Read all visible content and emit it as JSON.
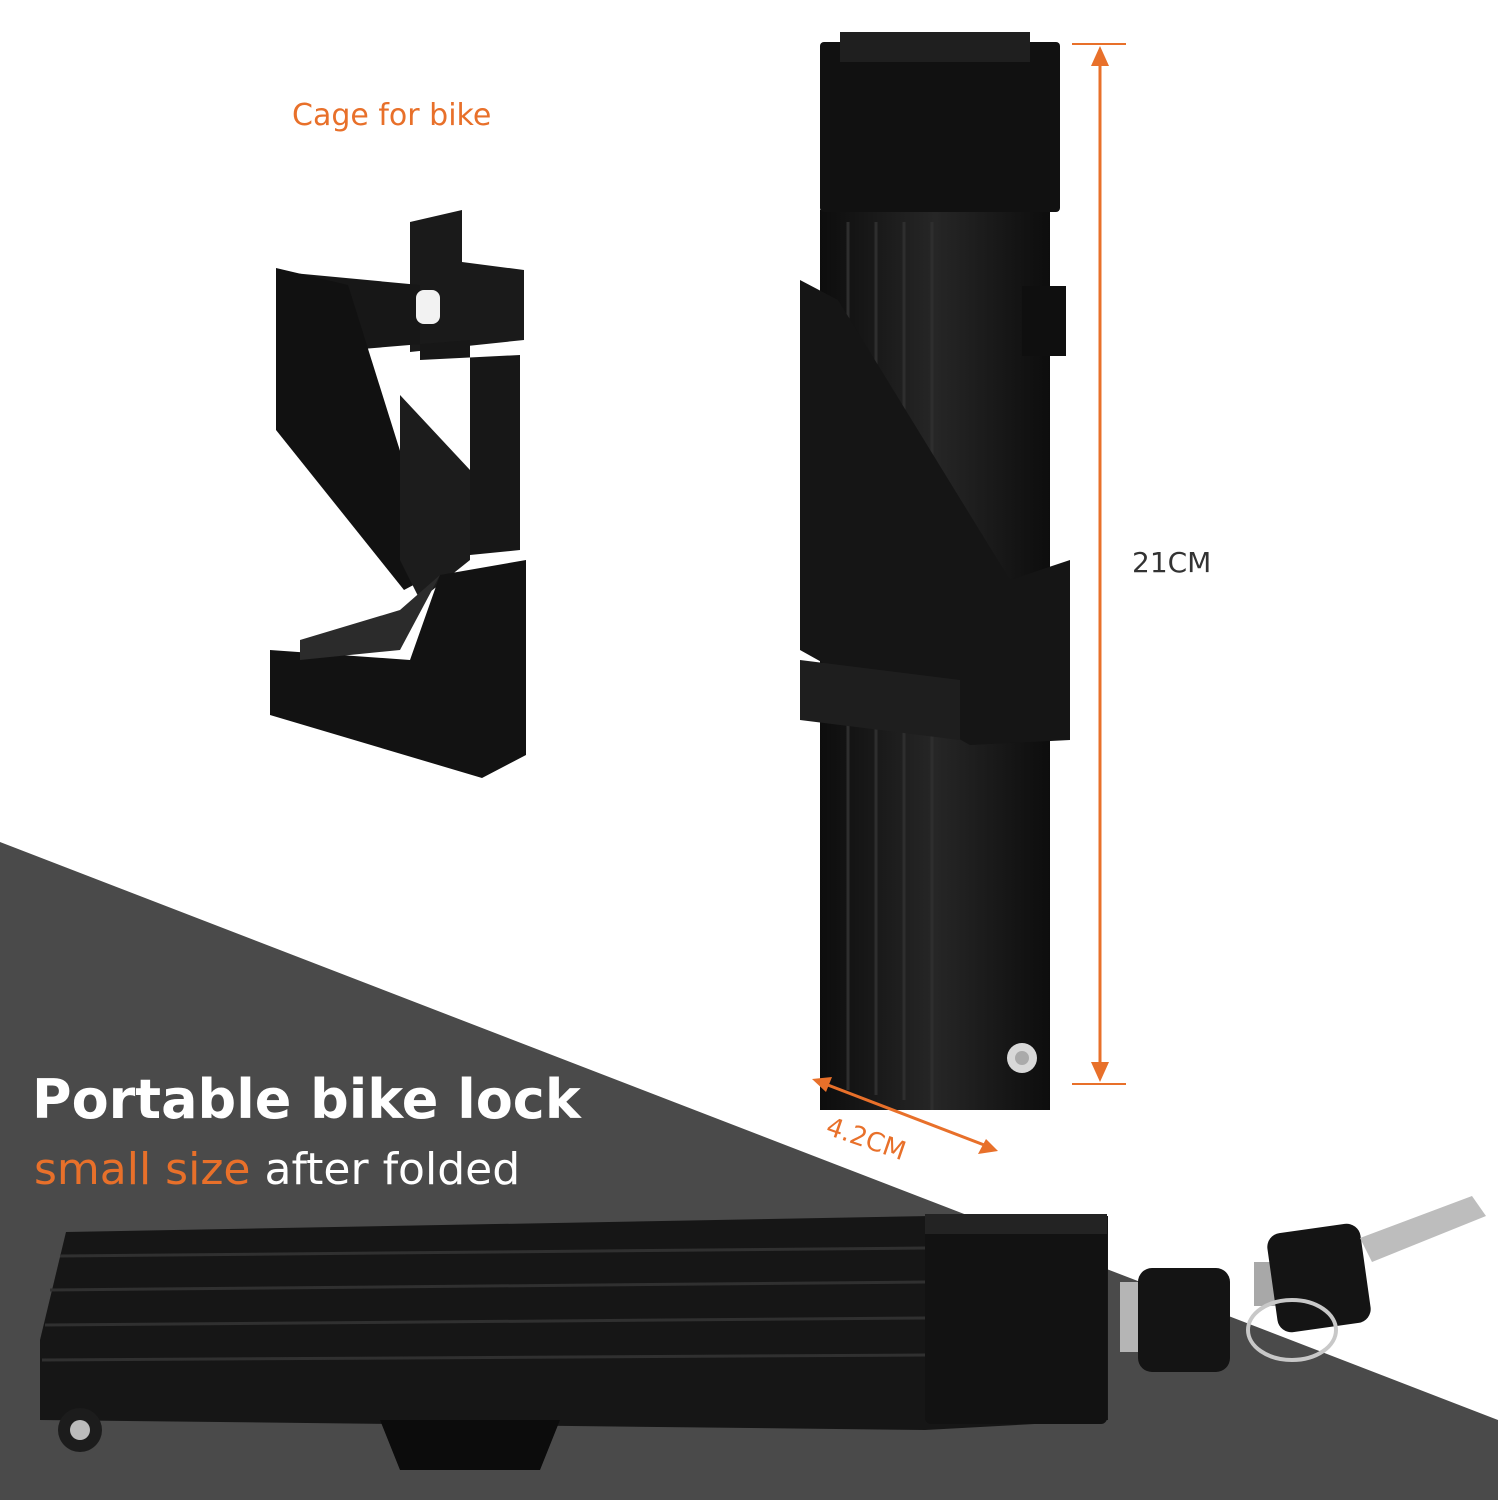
{
  "colors": {
    "accent": "#e8702a",
    "dark_band": "#4a4a4a",
    "product": "#141414",
    "text_light": "#ffffff"
  },
  "labels": {
    "cage": "Cage for bike",
    "height": "21CM",
    "width": "4.2CM"
  },
  "headline": {
    "title": "Portable bike lock",
    "subtitle_accent": "small size",
    "subtitle_rest": " after folded"
  },
  "icons": [
    "bottle-cage-image",
    "folded-lock-image",
    "lock-side-view-image",
    "keys-image"
  ]
}
